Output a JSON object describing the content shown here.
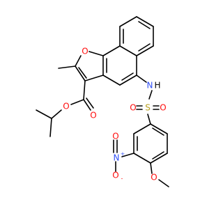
{
  "molecule": {
    "atom_labels": {
      "furan_o": "O",
      "nh": "N",
      "nh_h": "H",
      "sulfur": "S",
      "sulfonyl_o_left": "O",
      "sulfonyl_o_right": "O",
      "ester_o_single": "O",
      "ester_o_double": "O",
      "nitro_n": "N",
      "nitro_plus": "+",
      "nitro_o_top": "O",
      "nitro_o_bottom": "O",
      "nitro_minus": "-",
      "methoxy_o": "O"
    },
    "colors": {
      "carbon": "#000000",
      "oxygen": "#ff0d0d",
      "nitrogen": "#3050f8",
      "sulfur": "#b8a01e"
    }
  }
}
